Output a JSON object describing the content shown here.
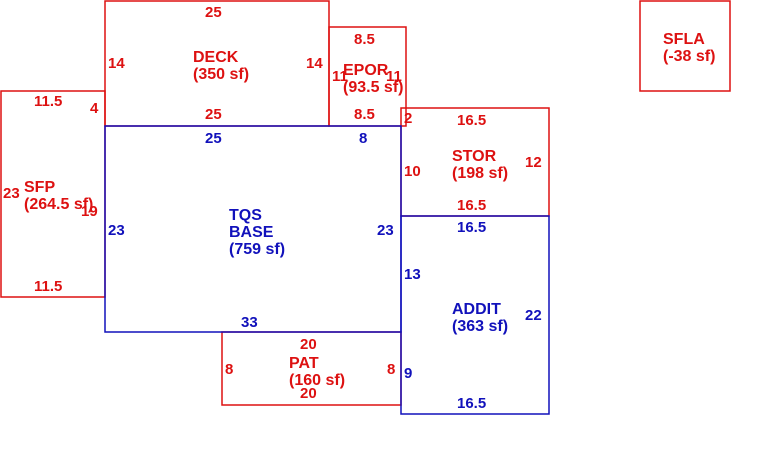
{
  "colors": {
    "red": "#dd1111",
    "blue": "#1111bb",
    "background": "#ffffff"
  },
  "areas": [
    {
      "id": "deck",
      "color": "red",
      "name": "DECK",
      "area": "(350 sf)",
      "dims": [
        "25",
        "14",
        "14",
        "25"
      ]
    },
    {
      "id": "epor",
      "color": "red",
      "name": "EPOR",
      "area": "(93.5 sf)",
      "dims": [
        "8.5",
        "11",
        "11",
        "8.5"
      ]
    },
    {
      "id": "sfla",
      "color": "red",
      "name": "SFLA",
      "area": "(-38 sf)",
      "dims": []
    },
    {
      "id": "sfp",
      "color": "red",
      "name": "SFP",
      "area": "(264.5 sf)",
      "dims": [
        "11.5",
        "4",
        "23",
        "19",
        "11.5"
      ]
    },
    {
      "id": "tqs-base",
      "color": "blue",
      "name": "TQS",
      "name2": "BASE",
      "area": "(759 sf)",
      "dims": [
        "25",
        "8",
        "23",
        "23",
        "33"
      ]
    },
    {
      "id": "stor",
      "color": "red",
      "name": "STOR",
      "area": "(198 sf)",
      "dims": [
        "16.5",
        "2",
        "10",
        "12",
        "16.5"
      ]
    },
    {
      "id": "addit",
      "color": "blue",
      "name": "ADDIT",
      "area": "(363 sf)",
      "dims": [
        "16.5",
        "13",
        "22",
        "9",
        "16.5"
      ]
    },
    {
      "id": "pat",
      "color": "red",
      "name": "PAT",
      "area": "(160 sf)",
      "dims": [
        "20",
        "8",
        "8",
        "20"
      ]
    }
  ]
}
